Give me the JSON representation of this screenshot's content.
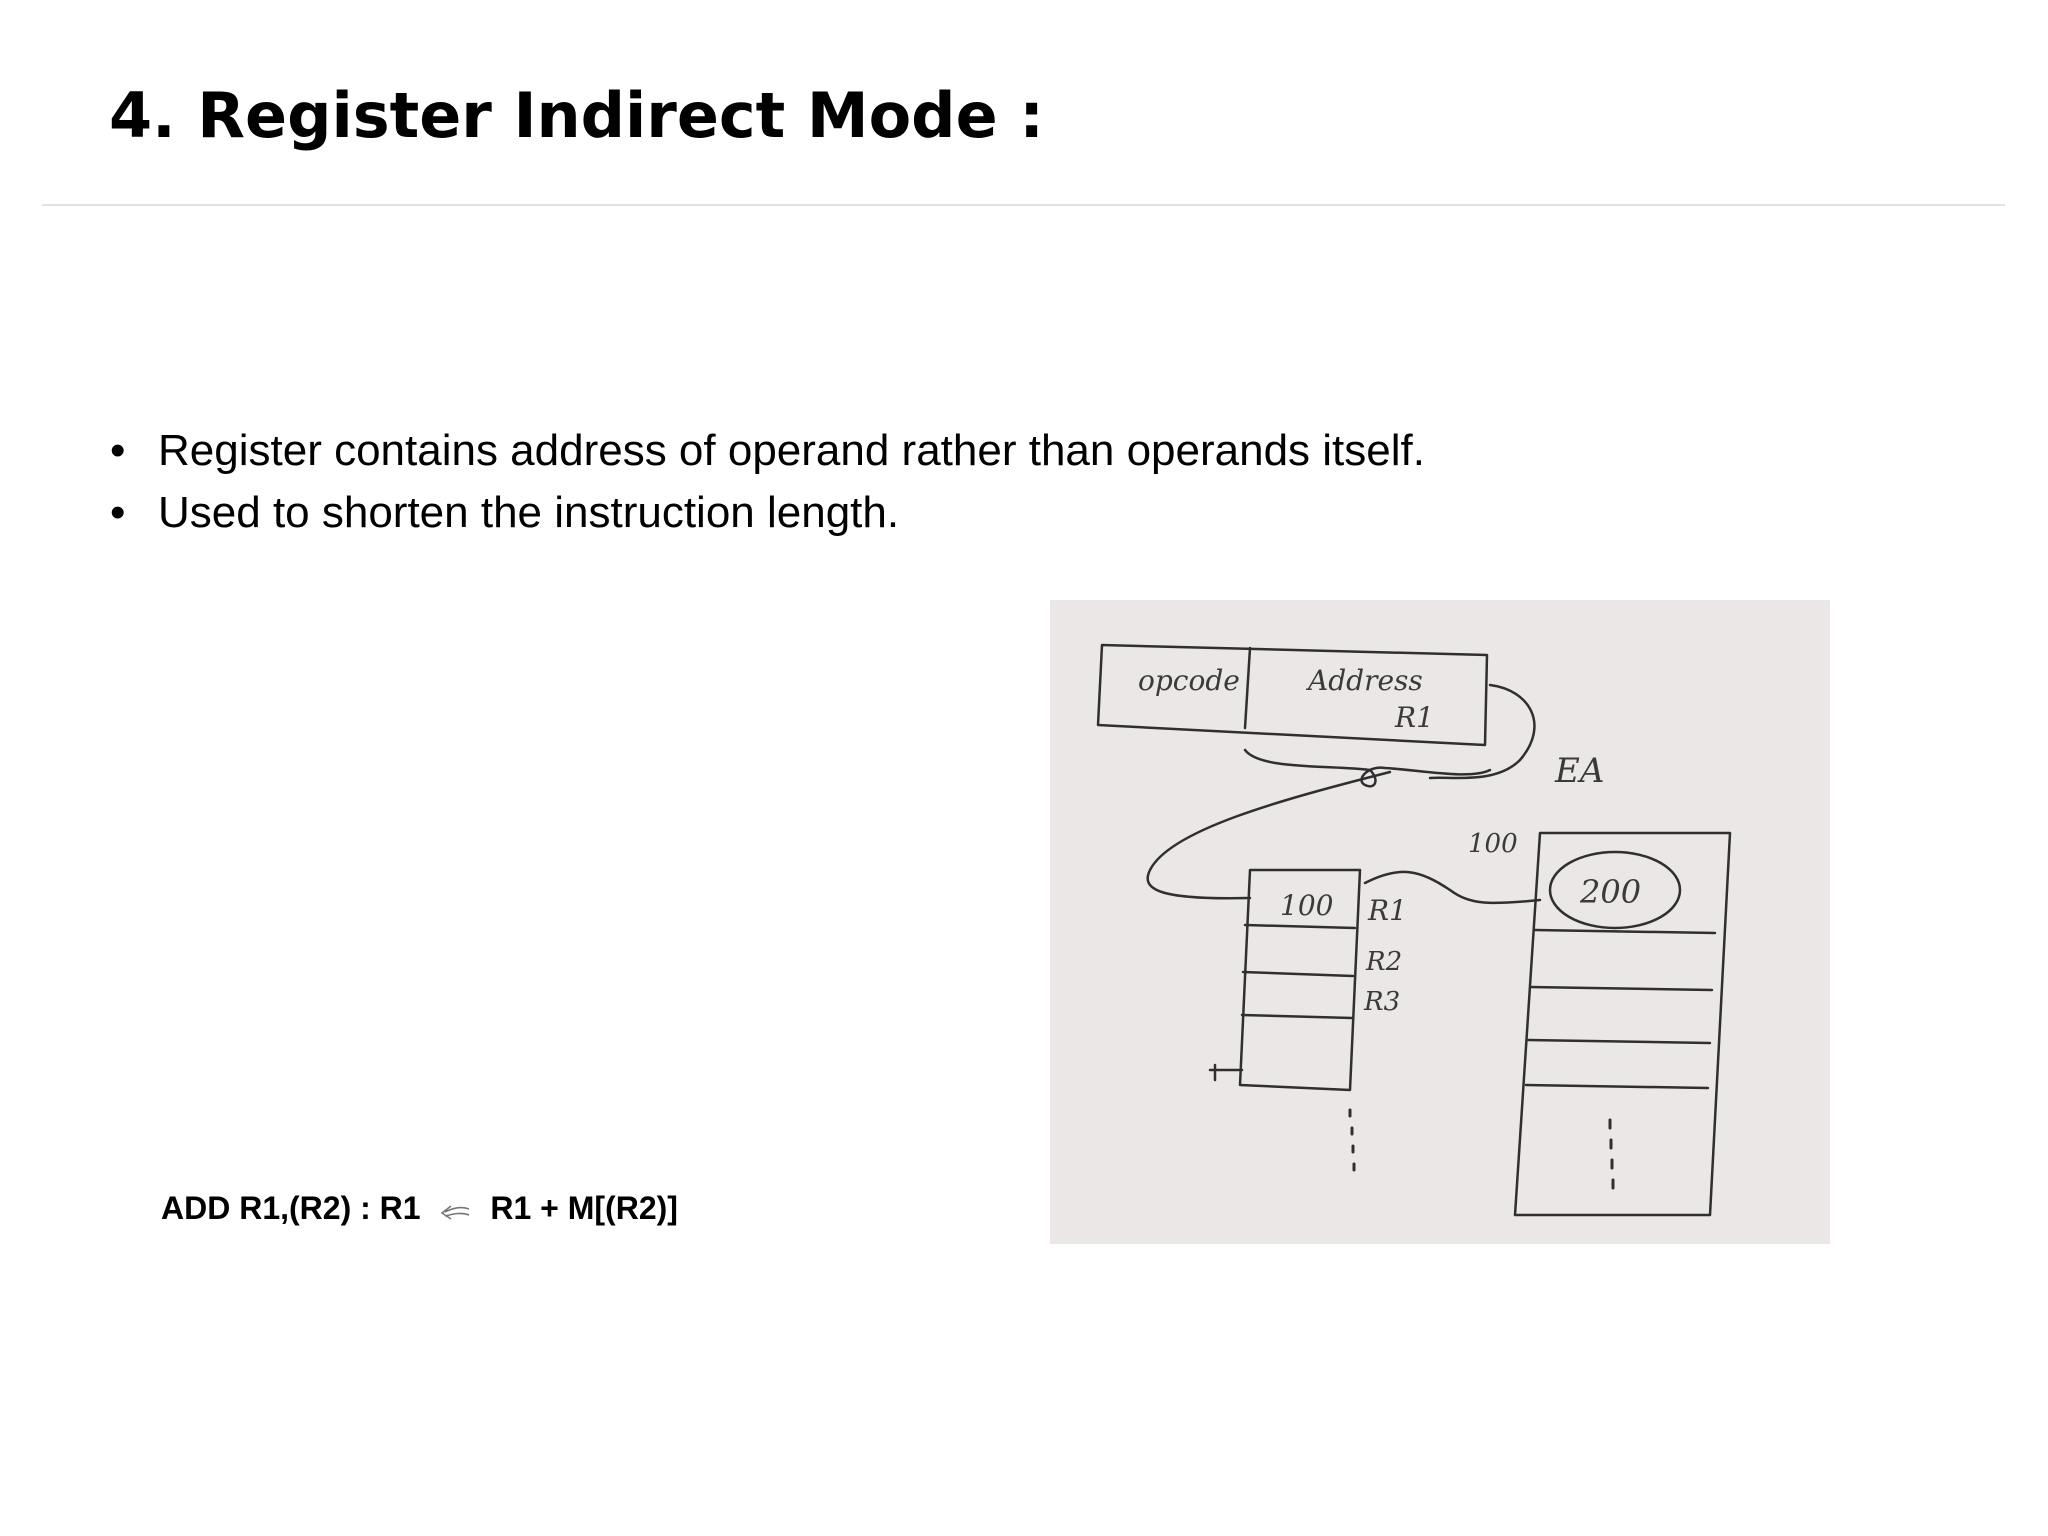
{
  "slide": {
    "title": "4. Register Indirect Mode :",
    "bullets": [
      {
        "marker": "•",
        "text": "Register contains address of operand rather than operands itself."
      },
      {
        "marker": "•",
        "text": "Used to shorten the instruction length."
      }
    ],
    "formula": {
      "left": "ADD R1,(R2)  : R1",
      "arrow_icon": "left-arrow-icon",
      "right": "R1 + M[(R2)]"
    }
  },
  "diagram": {
    "instruction": {
      "opcode_label": "opcode",
      "address_label": "Address",
      "address_register": "R1"
    },
    "ea_label": "EA",
    "register_file": {
      "value": "100",
      "register_labels": [
        "R1",
        "R2",
        "R3"
      ]
    },
    "memory": {
      "address_label": "100",
      "value": "200"
    }
  }
}
